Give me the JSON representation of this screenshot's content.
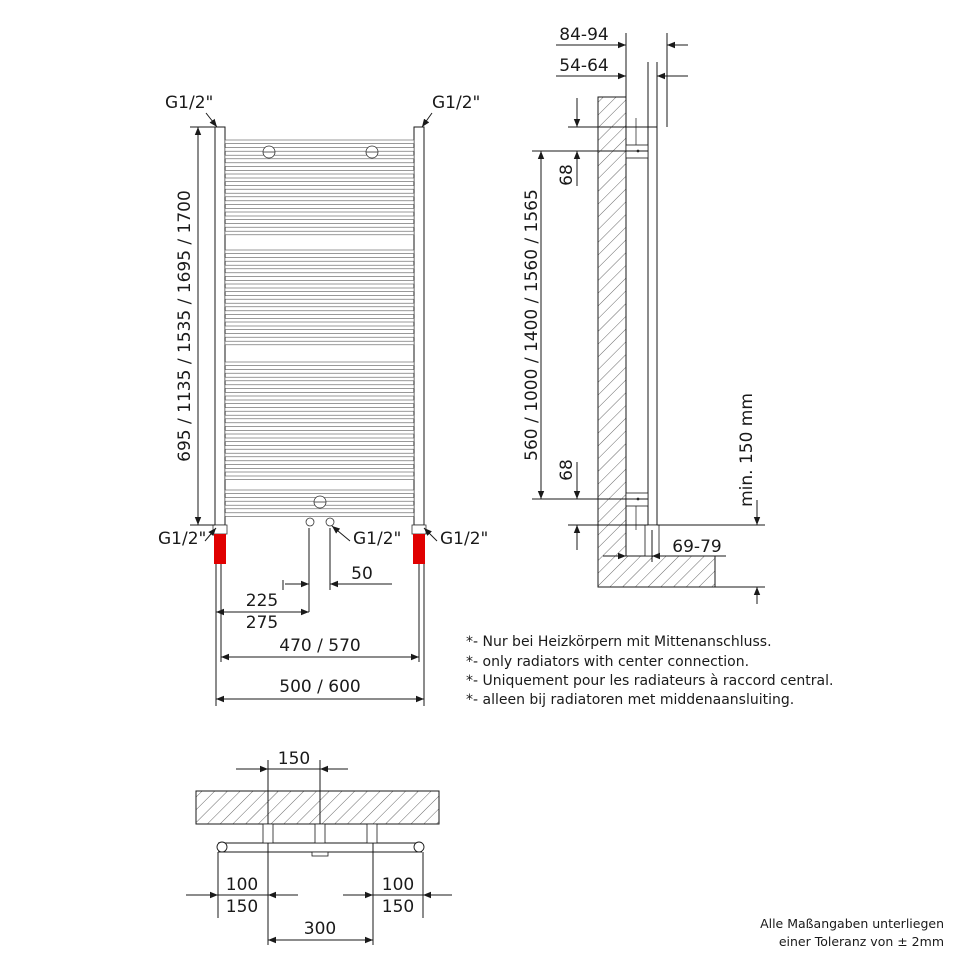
{
  "front_view": {
    "connection_top_left": "G1/2\"",
    "connection_top_right": "G1/2\"",
    "connection_bottom_left": "G1/2\"",
    "connection_bottom_center": "G1/2\"",
    "connection_bottom_right": "G1/2\"",
    "height_dims": "695 / 1135 / 1535 / 1695 / 1700",
    "center_offset": "50",
    "center_pos_1": "225",
    "center_pos_2": "275",
    "inner_width": "470 / 570",
    "outer_width": "500 / 600",
    "accent_color": "#e00000"
  },
  "side_view": {
    "depth_outer": "84-94",
    "depth_inner": "54-64",
    "bracket_top": "68",
    "bracket_spacing": "560 / 1000 / 1400 / 1560 / 1565",
    "bracket_bottom": "68",
    "floor_clearance": "min. 150 mm",
    "wall_distance": "69-79"
  },
  "notes": [
    "*- Nur bei Heizkörpern mit Mittenanschluss.",
    "*- only radiators with center connection.",
    "*- Uniquement pour les radiateurs à raccord central.",
    "*- alleen bij radiatoren met middenaansluiting."
  ],
  "top_view": {
    "center_spacing": "150",
    "left_dim_1": "100",
    "left_dim_2": "150",
    "right_dim_1": "100",
    "right_dim_2": "150",
    "bracket_spacing": "300"
  },
  "tolerance": {
    "line1": "Alle Maßangaben unterliegen",
    "line2": "einer Toleranz von ± 2mm"
  }
}
